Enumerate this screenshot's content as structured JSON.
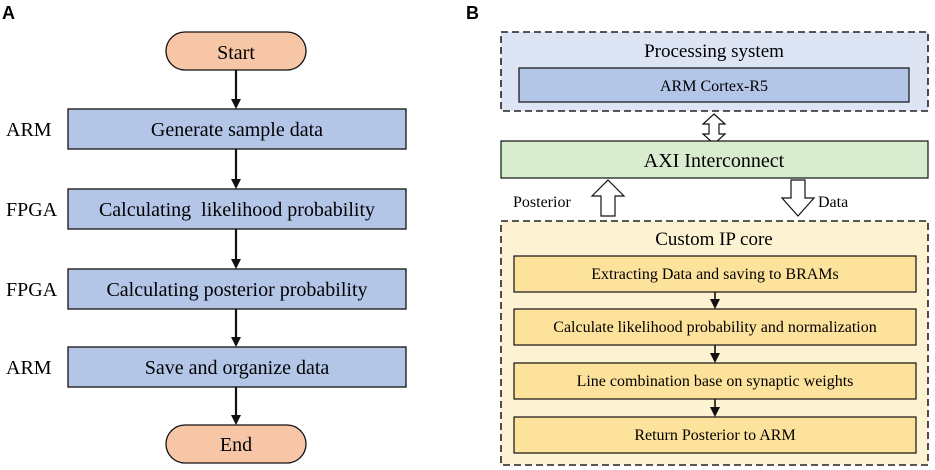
{
  "colors": {
    "terminal_fill": "#f6c6a6",
    "process_fill": "#b3c6e8",
    "ps_fill": "#dde4f4",
    "ps_inner_fill": "#b3c6e8",
    "axi_fill": "#d8eccf",
    "ip_fill": "#fdf2d2",
    "ip_step_fill": "#fde29b",
    "stroke": "#111111",
    "dash_stroke": "#222222",
    "arrow_fill": "#ffffff"
  },
  "panel_a": {
    "label": "A",
    "start": "Start",
    "end": "End",
    "steps": [
      {
        "side_label": "ARM",
        "text": "Generate sample data"
      },
      {
        "side_label": "FPGA",
        "text": "Calculating  likelihood probability"
      },
      {
        "side_label": "FPGA",
        "text": "Calculating posterior probability"
      },
      {
        "side_label": "ARM",
        "text": "Save and organize data"
      }
    ]
  },
  "panel_b": {
    "label": "B",
    "processing_system": {
      "title": "Processing system",
      "inner": "ARM Cortex-R5"
    },
    "axi": "AXI Interconnect",
    "posterior_label": "Posterior",
    "data_label": "Data",
    "ip_core": {
      "title": "Custom IP core",
      "steps": [
        "Extracting Data and saving to BRAMs",
        "Calculate likelihood probability and normalization",
        "Line combination base on synaptic weights",
        "Return Posterior to ARM"
      ]
    }
  }
}
